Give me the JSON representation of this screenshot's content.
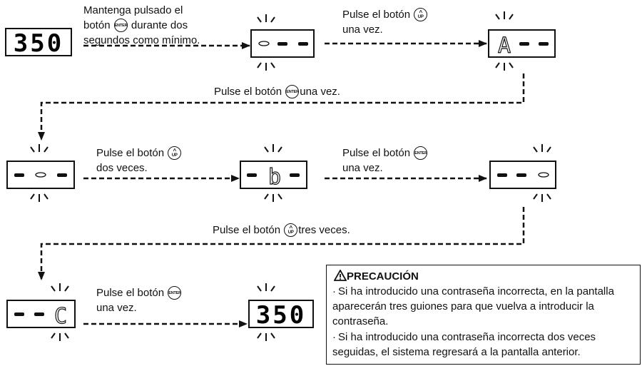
{
  "steps": {
    "s1_line1": "Mantenga pulsado el",
    "s1_line2_pre": "botón",
    "s1_line2_post": "durante dos",
    "s1_line3": "segundos como mínimo.",
    "s2_line1": "Pulse el botón",
    "s2_line2": "una vez.",
    "row1_return_pre": "Pulse el botón",
    "row1_return_post": "una vez.",
    "s3_line1": "Pulse el botón",
    "s3_line2": "dos veces.",
    "s4_line1": "Pulse el botón",
    "s4_line2": "una vez.",
    "row2_return_pre": "Pulse el botón",
    "row2_return_post": "tres veces.",
    "s5_line1": "Pulse el botón",
    "s5_line2": "una vez."
  },
  "buttons": {
    "enter": "ENTER",
    "up": "UP"
  },
  "displays": {
    "initial": "350",
    "final": "350",
    "d_a_char": "A",
    "d_b_char": "b",
    "d_c_char": "C"
  },
  "caution": {
    "title": "PRECAUCIÓN",
    "items": [
      "Si ha introducido una contraseña incorrecta, en la pantalla aparecerán tres guiones para que vuelva a introducir la contraseña.",
      "Si ha introducido una contraseña incorrecta dos veces seguidas, el sistema regresará a la pantalla anterior."
    ]
  }
}
